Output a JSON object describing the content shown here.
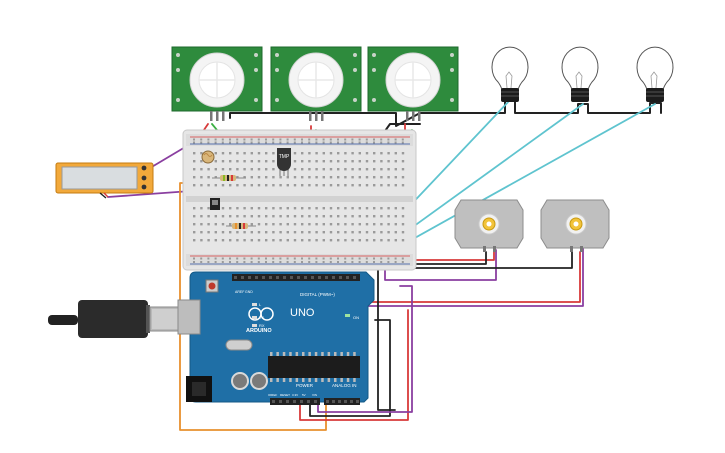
{
  "arduino": {
    "brand": "ARDUINO",
    "model": "UNO",
    "digital_header": "DIGITAL (PWM~)",
    "power_header": "POWER",
    "analog_header": "ANALOG IN",
    "pin_aref": "AREF",
    "pin_gnd": "GND",
    "led_l": "L",
    "led_tx": "TX",
    "led_rx": "RX",
    "on_label": "ON",
    "reset_label": "RESET",
    "ioref": "IOREF",
    "v33": "3.3V",
    "v5": "5V",
    "vin": "VIN"
  },
  "sensor_chip": {
    "label": "TMP"
  },
  "colors": {
    "arduino_board": "#1f6fa6",
    "breadboard": "#e6e6e6",
    "pir_board": "#2e8b3d",
    "wire_green": "#3cb043",
    "wire_cyan": "#5fc4cf",
    "wire_red": "#d83a3a",
    "wire_purple": "#8a3fa0",
    "wire_orange": "#e8902e",
    "wire_black": "#222222"
  },
  "icons": [
    "usb-cable-icon",
    "pir-sensor-icon",
    "light-bulb-icon",
    "dc-motor-icon",
    "lcd-icon",
    "photoresistor-icon",
    "resistor-icon",
    "tmp-sensor-icon",
    "slide-switch-icon"
  ]
}
